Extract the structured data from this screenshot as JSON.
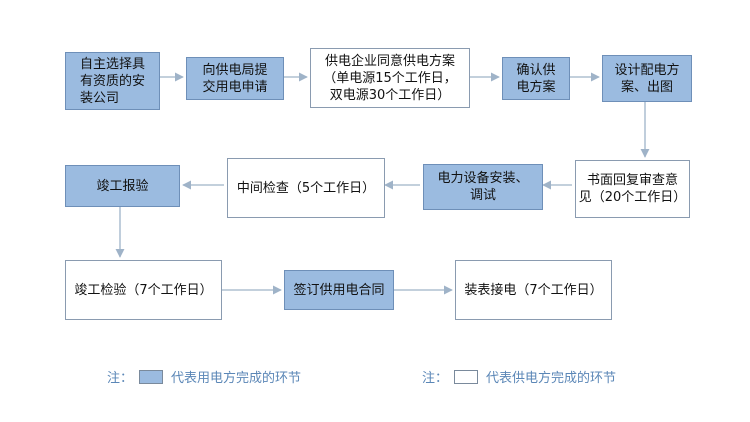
{
  "colors": {
    "user_step": "#9bbbe0",
    "supplier_step": "#ffffff",
    "arrow": "#9fb3c8",
    "legend_text": "#5b87b7"
  },
  "steps": [
    {
      "lines": [
        "自主选择具",
        "有资质的安",
        "装公司"
      ],
      "type": "user"
    },
    {
      "lines": [
        "向供电局提",
        "交用电申请"
      ],
      "type": "user"
    },
    {
      "lines": [
        "供电企业同意供电方案",
        "（单电源15个工作日，",
        "双电源30个工作日）"
      ],
      "type": "supplier"
    },
    {
      "lines": [
        "确认供",
        "电方案"
      ],
      "type": "user"
    },
    {
      "lines": [
        "设计配电方",
        "案、出图"
      ],
      "type": "user"
    },
    {
      "lines": [
        "书面回复审查意",
        "见（20个工作日）"
      ],
      "type": "supplier"
    },
    {
      "lines": [
        "电力设备安装、",
        "调试"
      ],
      "type": "user"
    },
    {
      "lines": [
        "中间检查（5个工作日）"
      ],
      "type": "supplier"
    },
    {
      "lines": [
        "竣工报验"
      ],
      "type": "user"
    },
    {
      "lines": [
        "竣工检验（7个工作日）"
      ],
      "type": "supplier"
    },
    {
      "lines": [
        "签订供用电合同"
      ],
      "type": "user"
    },
    {
      "lines": [
        "装表接电（7个工作日）"
      ],
      "type": "supplier"
    }
  ],
  "legend": {
    "note_label": "注：",
    "user_text": "代表用电方完成的环节",
    "supplier_text": "代表供电方完成的环节"
  }
}
